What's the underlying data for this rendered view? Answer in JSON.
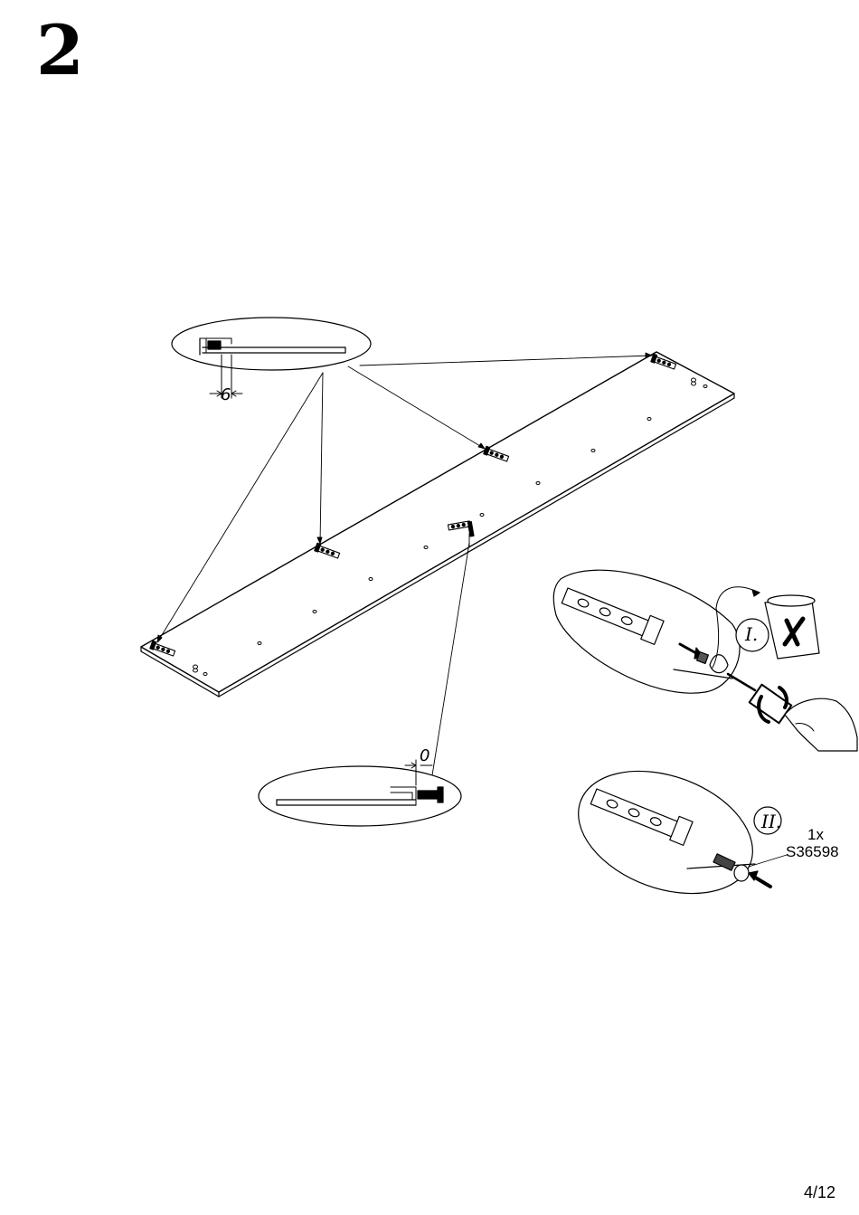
{
  "step": {
    "number": "2"
  },
  "details": {
    "top_gap": "6",
    "bottom_gap": "0",
    "step_i": "I.",
    "step_ii": "II."
  },
  "hardware": {
    "quantity": "1x",
    "part_code": "S36598"
  },
  "footer": {
    "page": "4/12"
  }
}
